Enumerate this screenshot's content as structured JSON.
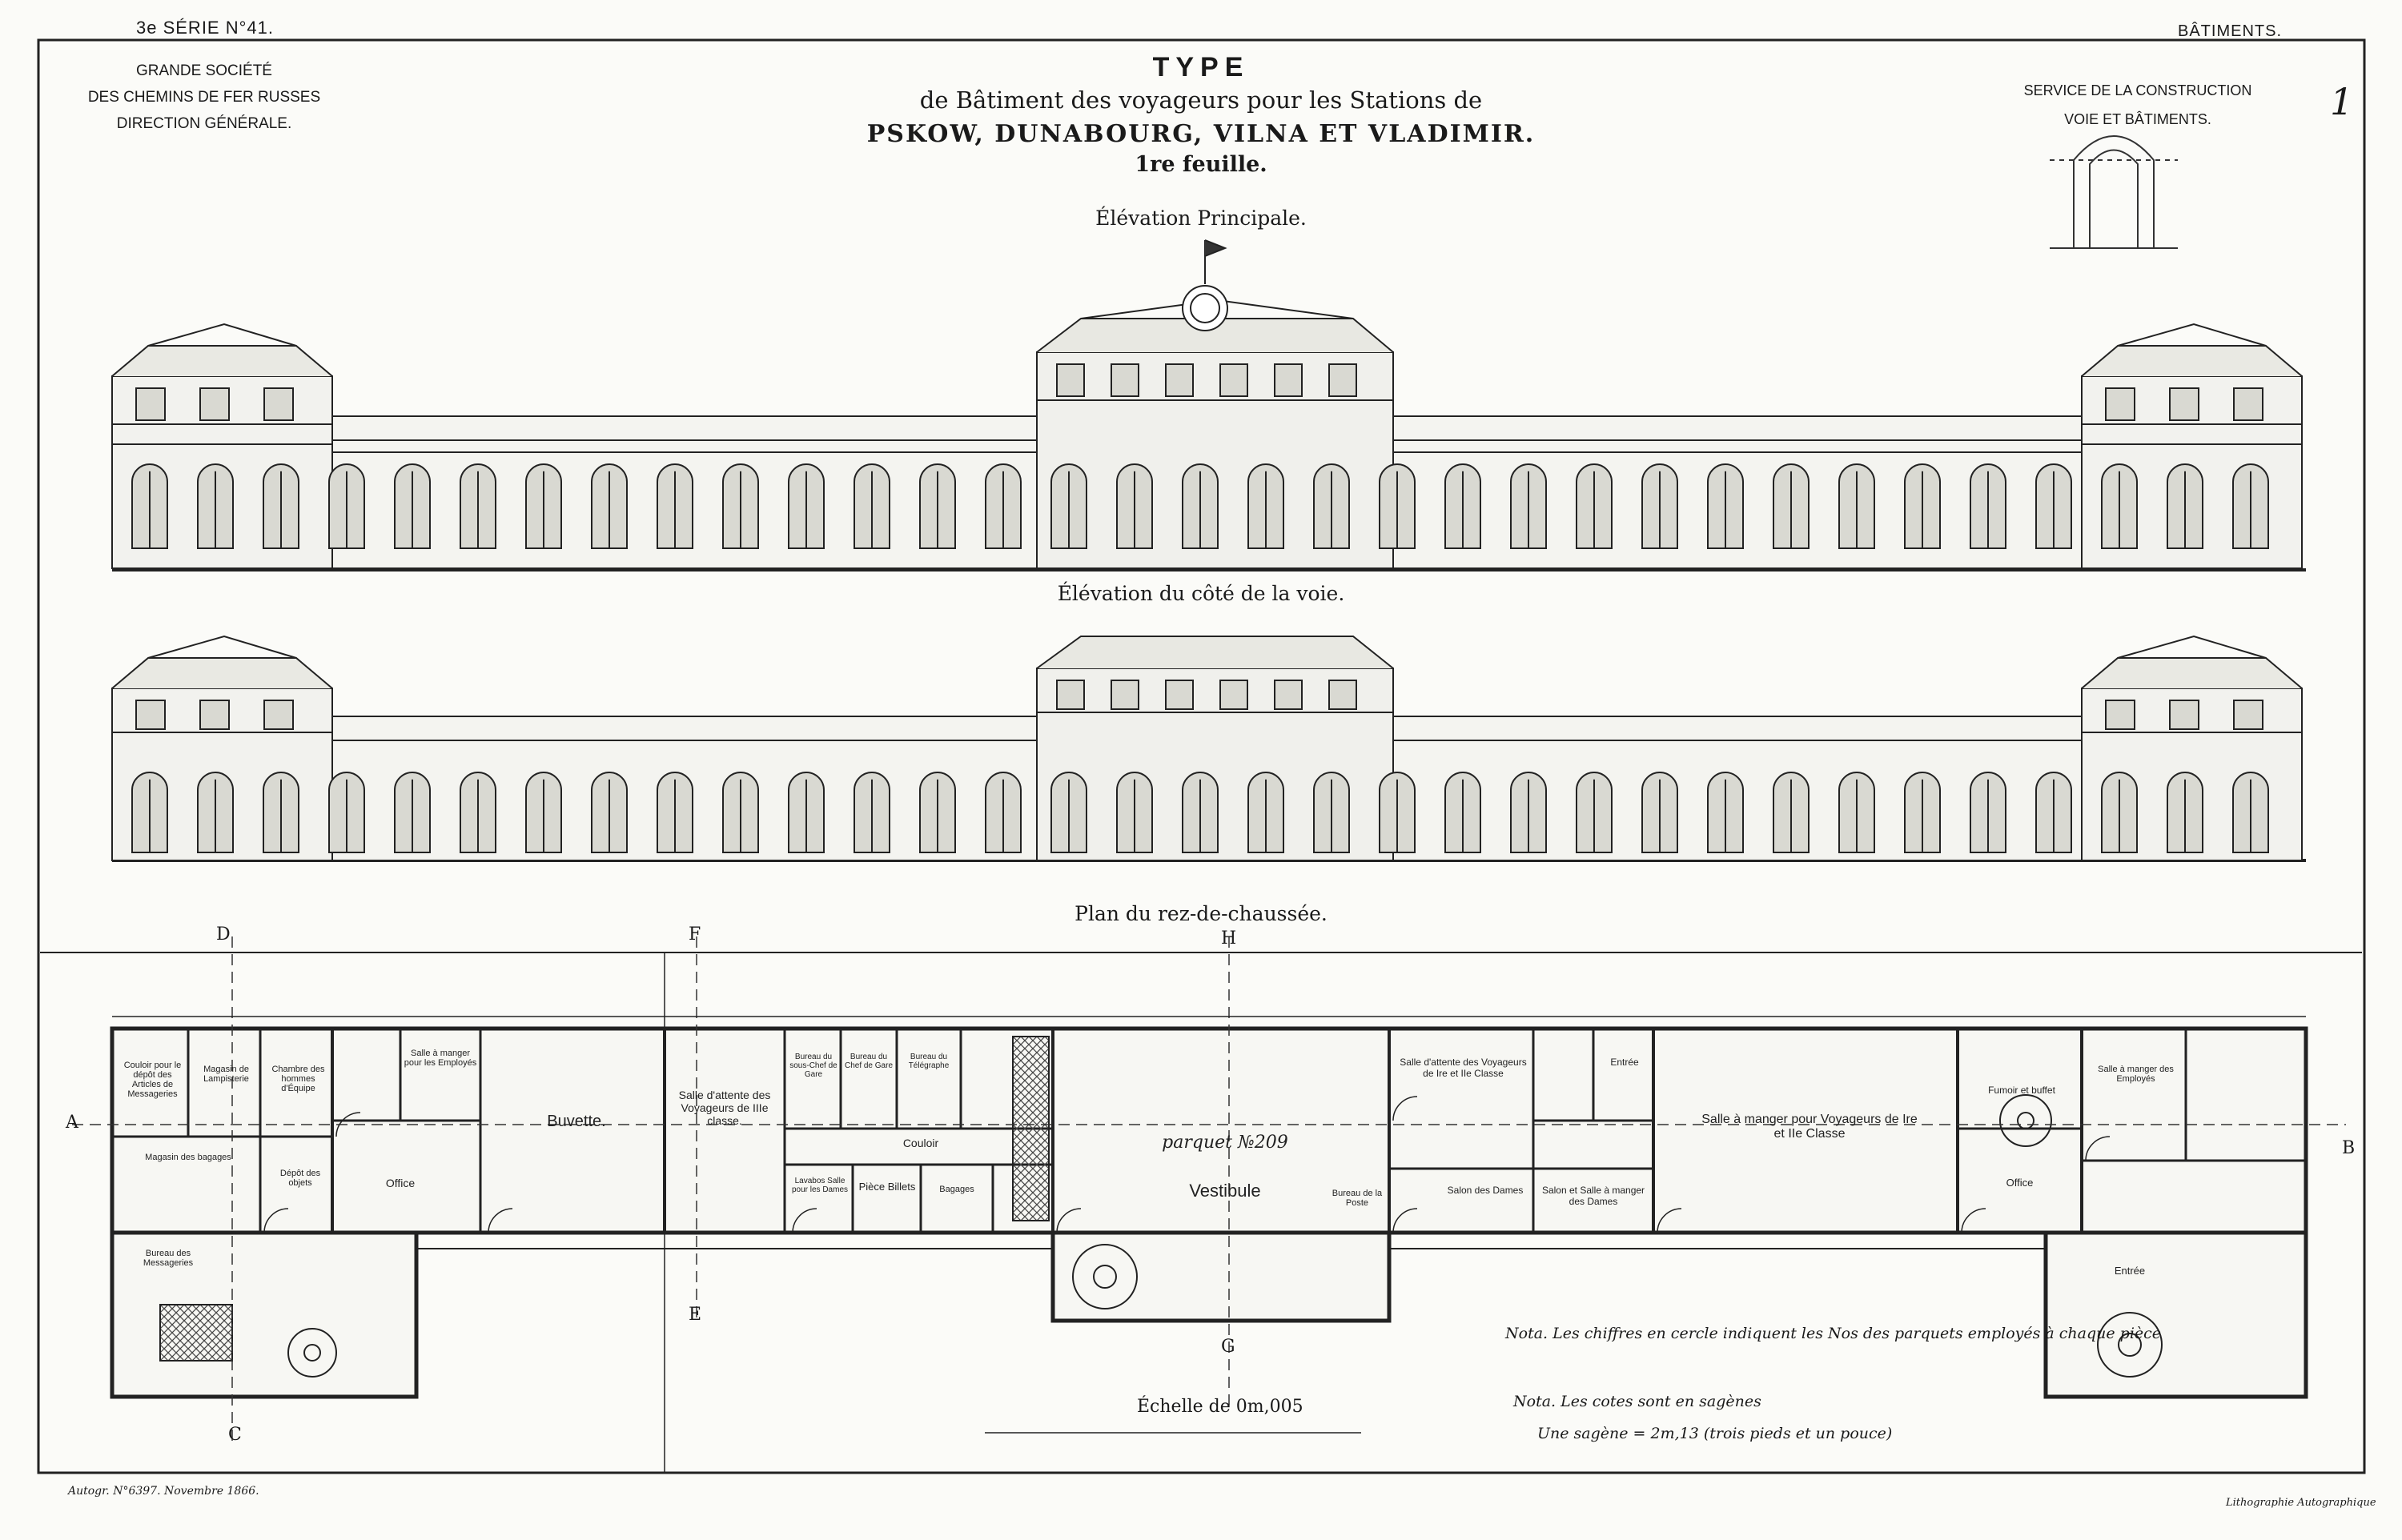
{
  "header": {
    "series": "3e SÉRIE N°41.",
    "category": "BÂTIMENTS.",
    "company_lines": [
      "GRANDE SOCIÉTÉ",
      "DES CHEMINS DE FER RUSSES",
      "DIRECTION GÉNÉRALE."
    ],
    "service_lines": [
      "SERVICE DE LA CONSTRUCTION",
      "VOIE ET BÂTIMENTS."
    ],
    "sheet_number": "1"
  },
  "title": {
    "type": "TYPE",
    "subtitle": "de Bâtiment des voyageurs pour les Stations de",
    "stations": "PSKOW, DUNABOURG, VILNA ET VLADIMIR.",
    "sheet": "1re feuille."
  },
  "drawings": {
    "elevation_main": "Élévation Principale.",
    "elevation_track": "Élévation du côté de la voie.",
    "plan": "Plan du rez-de-chaussée."
  },
  "plan": {
    "section_letters": [
      "D",
      "F",
      "H",
      "A",
      "B",
      "C",
      "E",
      "G"
    ],
    "rooms": [
      {
        "id": "couloir-depot",
        "label": "Couloir pour le dépôt des Articles de Messageries"
      },
      {
        "id": "magasin-lampisterie",
        "label": "Magasin de Lampisterie"
      },
      {
        "id": "chambre-equipe",
        "label": "Chambre des hommes d'Équipe"
      },
      {
        "id": "salle-manger-employes",
        "label": "Salle à manger pour les Employés"
      },
      {
        "id": "buvette",
        "label": "Buvette."
      },
      {
        "id": "office-left",
        "label": "Office"
      },
      {
        "id": "magasin-bagages",
        "label": "Magasin des bagages"
      },
      {
        "id": "depot-objets",
        "label": "Dépôt des objets"
      },
      {
        "id": "bureau-messageries",
        "label": "Bureau des Messageries"
      },
      {
        "id": "salle-attente-3",
        "label": "Salle d'attente des Voyageurs de IIIe classe."
      },
      {
        "id": "bureau-sous-chef",
        "label": "Bureau du sous-Chef de Gare"
      },
      {
        "id": "bureau-chef",
        "label": "Bureau du Chef de Gare"
      },
      {
        "id": "bureau-telegraphe",
        "label": "Bureau du Télégraphe"
      },
      {
        "id": "couloir",
        "label": "Couloir"
      },
      {
        "id": "lavabos",
        "label": "Lavabos Salle pour les Dames"
      },
      {
        "id": "piece-billets",
        "label": "Pièce Billets"
      },
      {
        "id": "bagages",
        "label": "Bagages"
      },
      {
        "id": "vestibule",
        "label": "Vestibule"
      },
      {
        "id": "bureau-poste",
        "label": "Bureau de la Poste"
      },
      {
        "id": "salle-attente-12",
        "label": "Salle d'attente des Voyageurs de Ire et IIe Classe"
      },
      {
        "id": "entree",
        "label": "Entrée"
      },
      {
        "id": "salon-dames",
        "label": "Salon des Dames"
      },
      {
        "id": "salon-salle",
        "label": "Salon et Salle à manger des Dames"
      },
      {
        "id": "salle-manger-12",
        "label": "Salle à manger pour Voyageurs de Ire et IIe Classe"
      },
      {
        "id": "fumoir-buffet",
        "label": "Fumoir et buffet"
      },
      {
        "id": "salle-manger-employes-r",
        "label": "Salle à manger des Employés"
      },
      {
        "id": "office-right",
        "label": "Office"
      },
      {
        "id": "entree-right",
        "label": "Entrée"
      }
    ],
    "parquet_label": "parquet №209",
    "scale": "Échelle de 0m,005"
  },
  "notes": {
    "note1": "Nota. Les chiffres en cercle indiquent les Nos des parquets employés à chaque pièce",
    "note2": "Nota. Les cotes sont en sagènes",
    "note3": "Une sagène = 2m,13 (trois pieds et un pouce)"
  },
  "footer": {
    "left": "Autogr. N°6397. Novembre 1866.",
    "right": "Lithographie Autographique"
  }
}
